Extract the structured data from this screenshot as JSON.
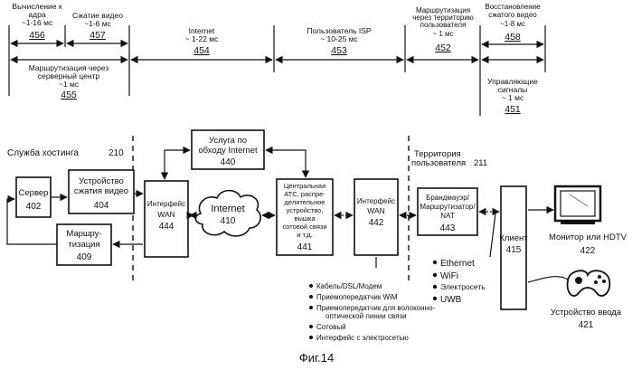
{
  "timeline": {
    "seg456": {
      "line1": "Вычисление к",
      "line2": "адра",
      "line3": "~1-16 мс",
      "num": "456"
    },
    "seg457": {
      "line1": "Сжатие видео",
      "line2": "~1-6 мс",
      "num": "457"
    },
    "seg455": {
      "line1": "Маршрутизация через",
      "line2": "серверный центр",
      "line3": "~1 мс",
      "num": "455"
    },
    "seg454": {
      "line1": "Internet",
      "line2": "~ 1-22 мс",
      "num": "454"
    },
    "seg453": {
      "line1": "Пользователь ISP",
      "line2": "~ 10-25 мс",
      "num": "453"
    },
    "seg452": {
      "line1": "Маршрутизация",
      "line2": "через территорию",
      "line3": "пользователя",
      "line4": "~ 1 мс",
      "num": "452"
    },
    "seg458": {
      "line1": "Восстановление",
      "line2": "сжатого видео",
      "line3": "~1-8 мс",
      "num": "458"
    },
    "seg451": {
      "line1": "Управляющие",
      "line2": "сигналы",
      "line3": "~ 1 мс",
      "num": "451"
    }
  },
  "zones": {
    "hosting_label": "Служба хостинга",
    "hosting_num": "210",
    "user_label1": "Территория",
    "user_label2": "пользователя",
    "user_num": "211"
  },
  "boxes": {
    "server": {
      "line1": "Сервер",
      "num": "402"
    },
    "compress": {
      "line1": "Устройство",
      "line2": "сжатия видео",
      "num": "404"
    },
    "routing": {
      "line1": "Маршру-",
      "line2": "тизация",
      "num": "409"
    },
    "wan444": {
      "line1": "Интерфейс",
      "line2": "WAN",
      "num": "444"
    },
    "bypass": {
      "line1": "Услуга по",
      "line2": "обходу Internet",
      "num": "440"
    },
    "internet": {
      "line1": "Internet",
      "num": "410"
    },
    "central": {
      "line1": "Центральная",
      "line2": "АТС, распре-",
      "line3": "делительное",
      "line4": "устройство,",
      "line5": "вышка",
      "line6": "сотовой связи",
      "line7": "и т.д.",
      "num": "441"
    },
    "wan442": {
      "line1": "Интерфейс",
      "line2": "WAN",
      "num": "442"
    },
    "firewall": {
      "line1": "Брандмауэр/",
      "line2": "Маршрутизатор/",
      "line3": "NAT",
      "num": "443"
    },
    "client": {
      "line1": "Клиент",
      "num": "415"
    }
  },
  "bullets_wan": [
    "Кабель/DSL/Модем",
    "Приемопередатчик WiM",
    "Приемопередатчик для волоконно-",
    "оптической линии связи",
    "Сотовый",
    "Интерфейс с электросетью"
  ],
  "bullets_home": [
    "Ethernet",
    "WiFi",
    "Электросеть",
    "UWB"
  ],
  "devices": {
    "monitor": {
      "label": "Монитор или HDTV",
      "num": "422"
    },
    "input": {
      "label": "Устройство ввода",
      "num": "421"
    }
  },
  "caption": "Фиг.14"
}
